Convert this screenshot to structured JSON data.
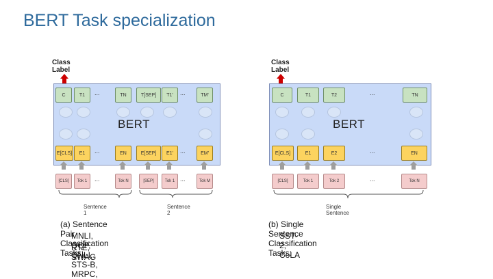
{
  "title": "BERT Task specialization",
  "colors": {
    "title": "#2e6a9c",
    "bert_fill": "#c9daf8",
    "output_token_fill": "#c8e2c1",
    "embedding_fill": "#fcd35f",
    "input_token_fill": "#f4cccc",
    "class_arrow": "#cc0000"
  },
  "panel_a": {
    "class_label": "Class Label",
    "model_label": "BERT",
    "outputs": [
      "C",
      "T1",
      "...",
      "TN",
      "T[SEP]",
      "T1'",
      "...",
      "TM'"
    ],
    "embeddings": [
      "E[CLS]",
      "E1",
      "...",
      "EN",
      "E[SEP]",
      "E1'",
      "...",
      "EM'"
    ],
    "inputs": [
      "[CLS]",
      "Tok 1",
      "...",
      "Tok N",
      "[SEP]",
      "Tok 1",
      "...",
      "Tok M"
    ],
    "sentence1": "Sentence 1",
    "sentence2": "Sentence 2",
    "caption_line1": "(a) Sentence Pair Classification Tasks:",
    "caption_line2": "MNLI, QQP, QNLI, STS-B, MRPC,",
    "caption_line3": "RTE, SWAG"
  },
  "panel_b": {
    "class_label": "Class Label",
    "model_label": "BERT",
    "outputs": [
      "C",
      "T1",
      "T2",
      "...",
      "TN"
    ],
    "embeddings": [
      "E[CLS]",
      "E1",
      "E2",
      "...",
      "EN"
    ],
    "inputs": [
      "[CLS]",
      "Tok 1",
      "Tok 2",
      "...",
      "Tok N"
    ],
    "sentence": "Single Sentence",
    "caption_line1": "(b) Single Sentence Classification Tasks:",
    "caption_line2": "SST-2, CoLA"
  }
}
